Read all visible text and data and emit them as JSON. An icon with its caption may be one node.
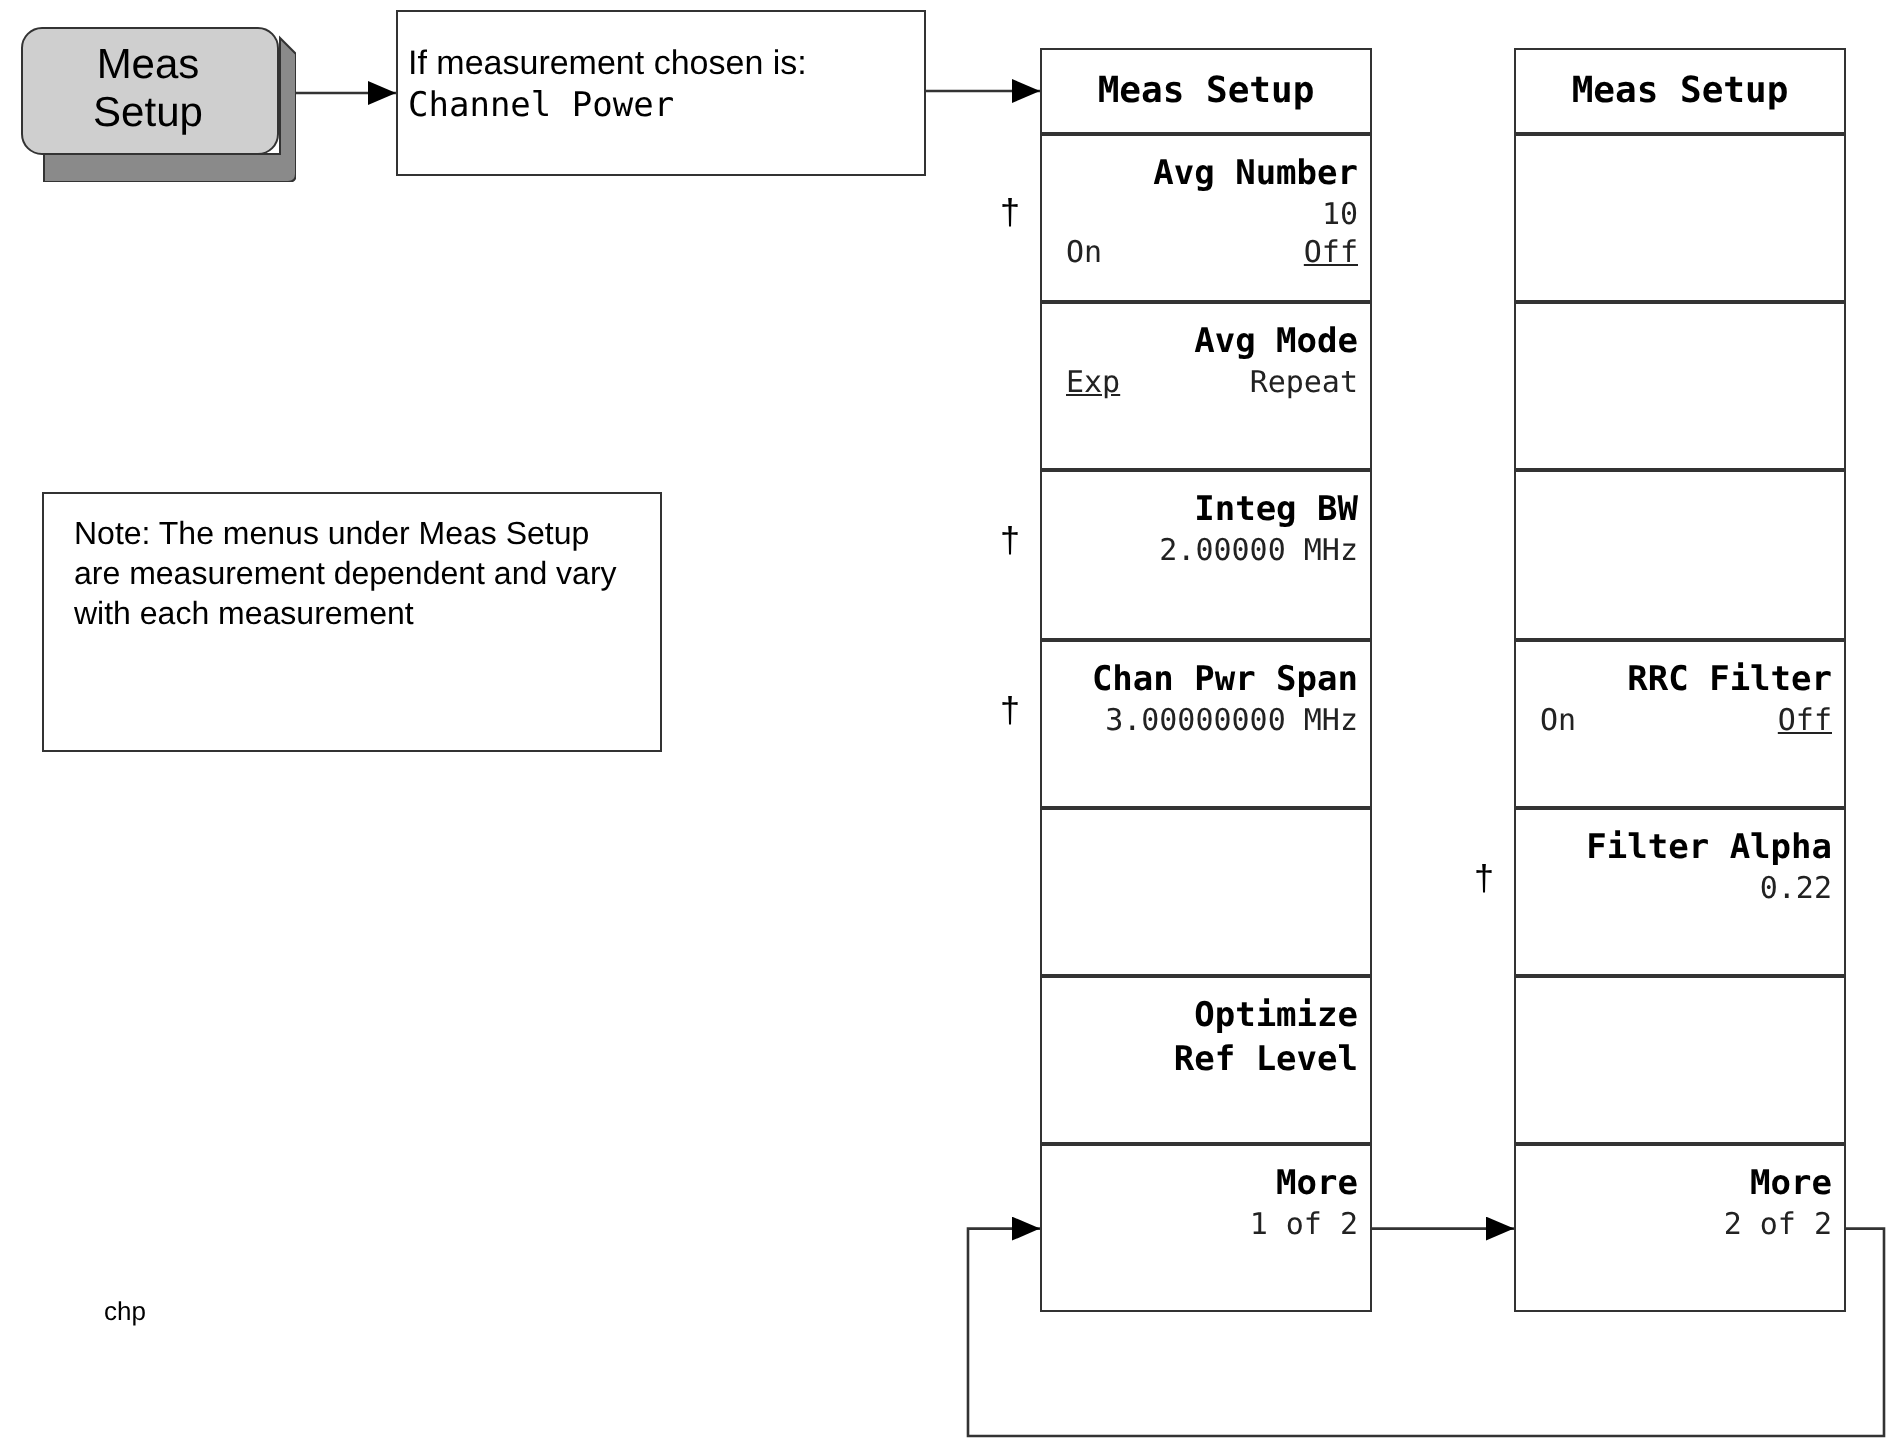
{
  "diagram": {
    "nodes": [
      {
        "text": [
          "Meas Setup"
        ]
      },
      {
        "text": [
          "If measurement chosen is:",
          "Channel Power"
        ]
      },
      {
        "text": [
          "Meas Setup"
        ]
      },
      {
        "text": [
          "Avg Number",
          "10",
          "On",
          "Off"
        ],
        "beside": [
          "†"
        ]
      },
      {
        "text": [
          "Avg Mode",
          "Exp",
          "Repeat"
        ]
      },
      {
        "text": [
          "Integ BW",
          "2.00000 MHz"
        ],
        "beside": [
          "†"
        ]
      },
      {
        "text": [
          "Chan Pwr Span",
          "3.00000000 MHz"
        ],
        "beside": [
          "†"
        ]
      },
      {
        "text": [],
        "shape": "box"
      },
      {
        "text": [
          "Optimize Ref Level"
        ]
      },
      {
        "text": [
          "More",
          "1 of 2"
        ]
      },
      {
        "text": [
          "Meas Setup"
        ]
      },
      {
        "text": [],
        "shape": "box"
      },
      {
        "text": [],
        "shape": "box"
      },
      {
        "text": [],
        "shape": "box"
      },
      {
        "text": [
          "RRC Filter",
          "On",
          "Off"
        ]
      },
      {
        "text": [
          "Filter Alpha",
          "0.22"
        ],
        "beside": [
          "†"
        ]
      },
      {
        "text": [],
        "shape": "box"
      },
      {
        "text": [
          "More",
          "2 of 2"
        ]
      },
      {
        "text": [
          "Note: The menus under Meas Setup are measurement dependent and vary with each measurement"
        ]
      }
    ],
    "edges": [
      {
        "from": 0,
        "to": 1,
        "arrow": "to"
      },
      {
        "from": 1,
        "to": 2,
        "arrow": "to"
      },
      {
        "from": 9,
        "to": 17,
        "arrow": "to"
      },
      {
        "from": 17,
        "to": 9,
        "arrow": "to"
      }
    ],
    "labels": [
      "chp"
    ]
  }
}
